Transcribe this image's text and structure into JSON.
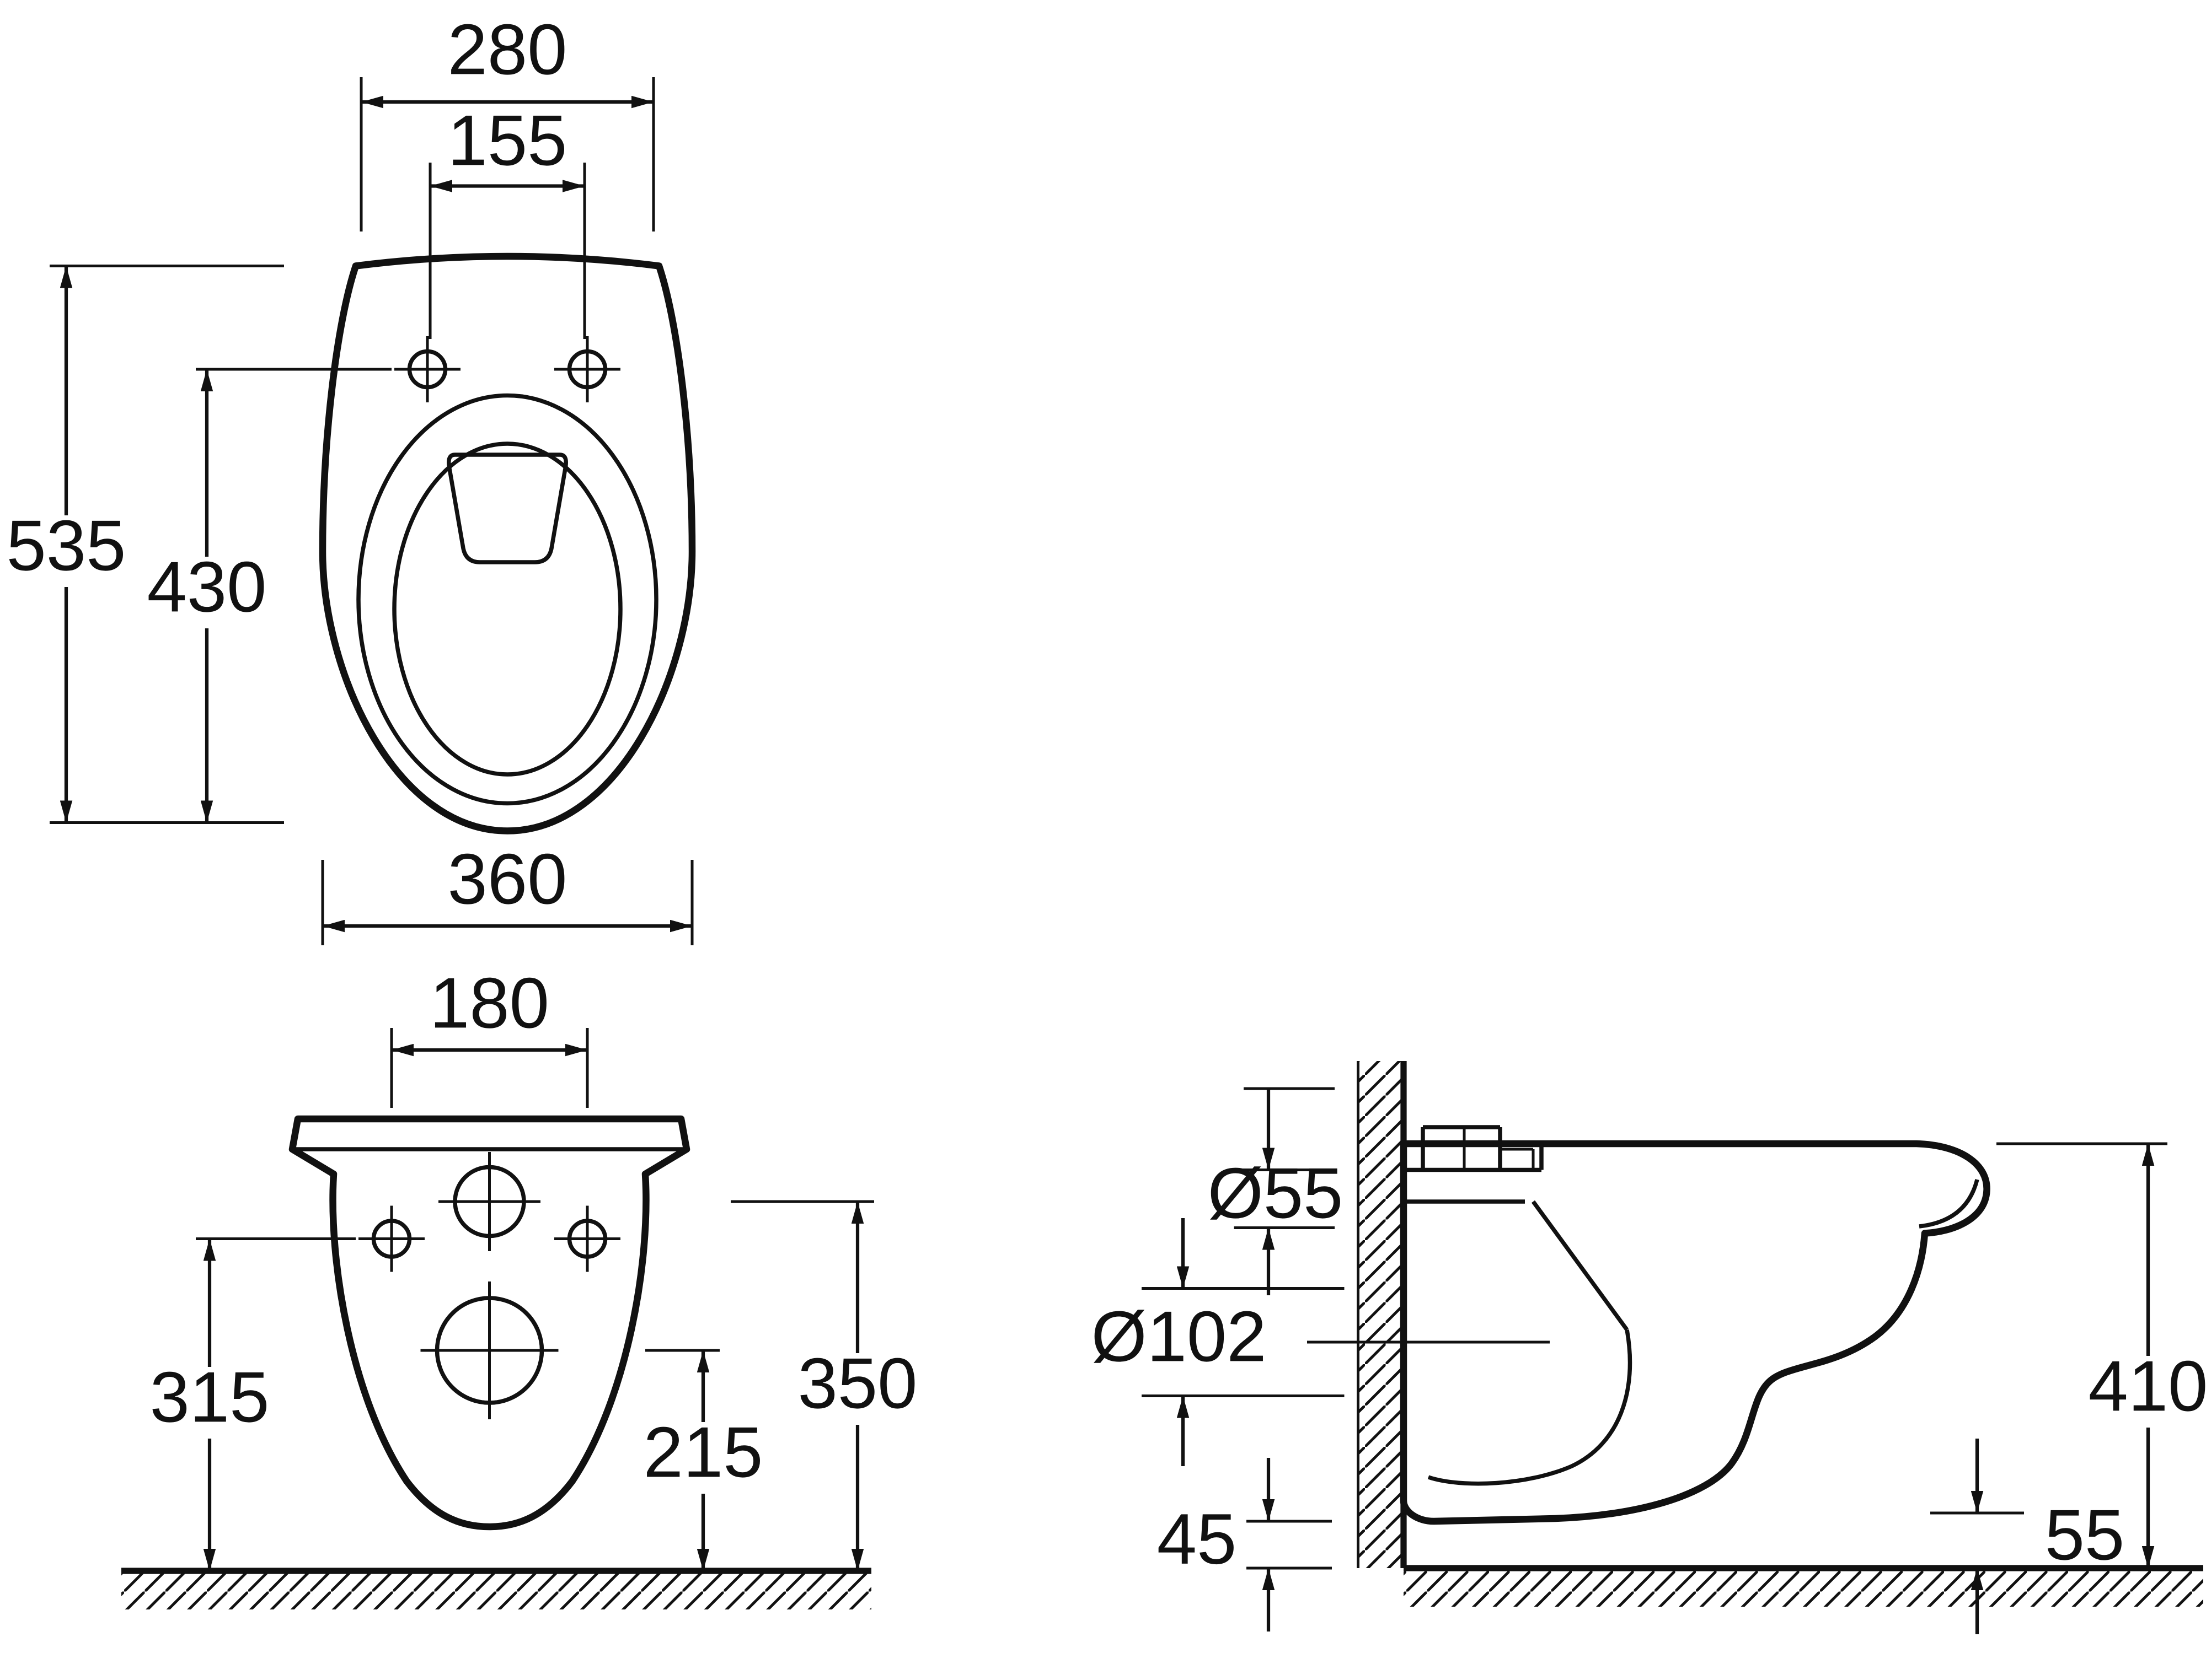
{
  "drawing": {
    "top_view": {
      "rim_width": "280",
      "hinge_hole_spacing": "155",
      "total_depth": "535",
      "hinge_to_front": "430",
      "bowl_width": "360"
    },
    "front_view": {
      "fixing_hole_spacing": "180",
      "floor_to_fixing_holes": "315",
      "floor_to_outlet": "215",
      "floor_to_inlet": "350"
    },
    "side_view": {
      "inlet_diameter": "Ø55",
      "outlet_diameter": "Ø102",
      "floor_to_body_bottom": "45",
      "floor_to_rim_top": "410",
      "front_clearance": "55"
    }
  }
}
